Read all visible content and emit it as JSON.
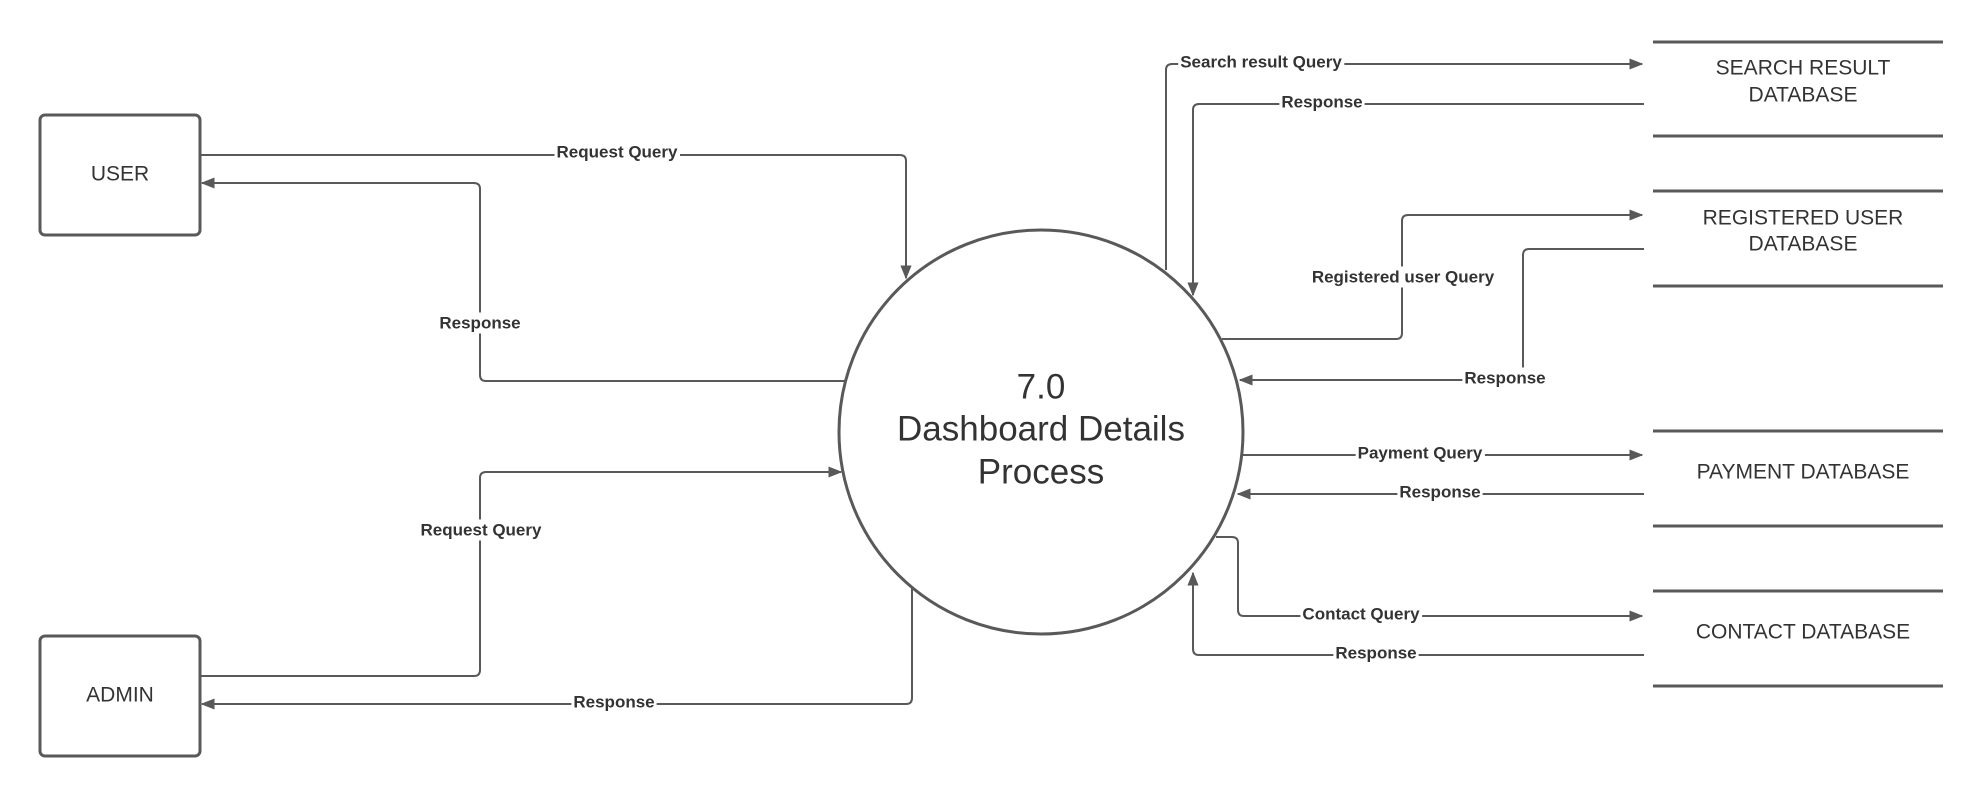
{
  "external_entities": {
    "user": "USER",
    "admin": "ADMIN"
  },
  "process": {
    "number": "7.0",
    "name_line1": "Dashboard Details",
    "name_line2": "Process"
  },
  "data_stores": {
    "search_result": {
      "line1": "SEARCH RESULT",
      "line2": "DATABASE"
    },
    "registered_user": {
      "line1": "REGISTERED USER",
      "line2": "DATABASE"
    },
    "payment": {
      "line1": "PAYMENT DATABASE"
    },
    "contact": {
      "line1": "CONTACT DATABASE"
    }
  },
  "flows": {
    "user_request": "Request Query",
    "user_response": "Response",
    "admin_request": "Request Query",
    "admin_response": "Response",
    "search_query": "Search result Query",
    "search_response": "Response",
    "registered_query": "Registered user Query",
    "registered_response": "Response",
    "payment_query": "Payment Query",
    "payment_response": "Response",
    "contact_query": "Contact Query",
    "contact_response": "Response"
  },
  "colors": {
    "stroke": "#595959",
    "text": "#333333",
    "background": "#ffffff"
  }
}
